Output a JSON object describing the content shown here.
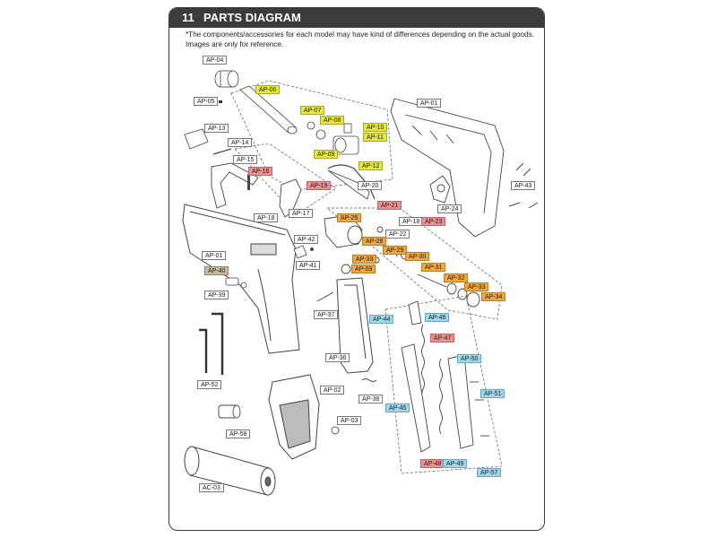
{
  "header": {
    "number": "11",
    "title": "PARTS DIAGRAM"
  },
  "disclaimer": "*The components/accessories for each model may have kind of differences depending on the actual goods. Images are only for reference.",
  "colors": {
    "yellow": "#e6e73a",
    "red": "#ec8f8f",
    "orange": "#f1a53c",
    "blue": "#9fd6ea",
    "tan": "#c7b9a1",
    "frame": "#3b3b3b"
  },
  "labels": {
    "ap04": "AP-04",
    "ap05": "AP-05",
    "ap06": "AP-06",
    "ap07": "AP-07",
    "ap08": "AP-08",
    "ap09": "AP-09",
    "ap10": "AP-10",
    "ap11": "AP-11",
    "ap12": "AP-12",
    "ap01a": "AP-01",
    "ap13": "AP-13",
    "ap14": "AP-14",
    "ap15": "AP-15",
    "ap16": "AP-16",
    "ap19": "AP-19",
    "ap20": "AP-20",
    "ap43": "AP-43",
    "ap18a": "AP-18",
    "ap17": "AP-17",
    "ap21": "AP-21",
    "ap24": "AP-24",
    "ap25": "AP-25",
    "ap18b": "AP-18",
    "ap23": "AP-23",
    "ap22": "AP-22",
    "ap42": "AP-42",
    "ap28": "AP-28",
    "ap29": "AP-29",
    "ap01b": "AP-01",
    "ap30": "AP-30",
    "ap33a": "AP-33",
    "ap41": "AP-41",
    "ap59": "AP-59",
    "ap31": "AP-31",
    "ap40": "AP-40",
    "ap32": "AP-32",
    "ap33b": "AP-33",
    "ap39": "AP-39",
    "ap34": "AP-34",
    "ap37": "AP-37",
    "ap44": "AP-44",
    "ap46": "AP-46",
    "ap47": "AP-47",
    "ap36": "AP-36",
    "ap50": "AP-50",
    "ap52": "AP-52",
    "ap02": "AP-02",
    "ap51": "AP-51",
    "ap38": "AP-38",
    "ap45": "AP-45",
    "ap03": "AP-03",
    "ap58": "AP-58",
    "ap48": "AP-48",
    "ap49": "AP-49",
    "ap57": "AP-57",
    "ac03": "AC-03"
  }
}
